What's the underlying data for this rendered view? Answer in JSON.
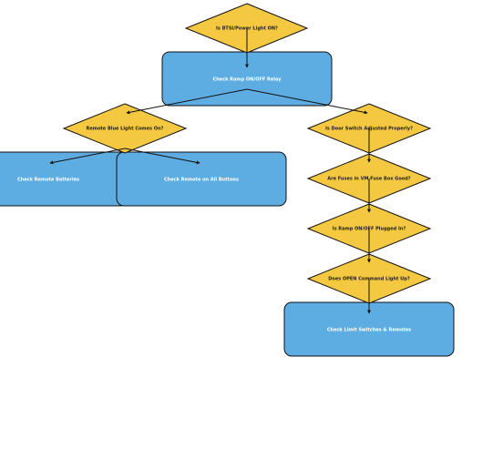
{
  "diagram": {
    "colors": {
      "decision_fill": "#f5c842",
      "process_fill": "#5dade2",
      "stroke": "#111111",
      "decision_text": "#222222",
      "process_text": "#ffffff"
    },
    "nodes": {
      "n1": {
        "label": "Is BTSI/Power Light ON?",
        "shape": "decision"
      },
      "n2": {
        "label": "Check Ramp ON/OFF Relay",
        "shape": "process"
      },
      "n3": {
        "label": "Remote Blue Light Comes On?",
        "shape": "decision"
      },
      "n4": {
        "label": "Is Door Switch Adjusted Properly?",
        "shape": "decision"
      },
      "n5": {
        "label": "Check Remote Batteries",
        "shape": "process"
      },
      "n6": {
        "label": "Check Remote on All Buttons",
        "shape": "process"
      },
      "n7": {
        "label": "Are Fuses in VM Fuse Box Good?",
        "shape": "decision"
      },
      "n8": {
        "label": "Is Ramp ON/OFF Plugged In?",
        "shape": "decision"
      },
      "n9": {
        "label": "Does OPEN Command Light Up?",
        "shape": "decision"
      },
      "n10": {
        "label": "Check Limit Switches & Remotes",
        "shape": "process"
      }
    },
    "edges": [
      {
        "from": "n1",
        "to": "n2"
      },
      {
        "from": "n2",
        "to": "n3"
      },
      {
        "from": "n2",
        "to": "n4"
      },
      {
        "from": "n3",
        "to": "n5"
      },
      {
        "from": "n3",
        "to": "n6"
      },
      {
        "from": "n4",
        "to": "n7"
      },
      {
        "from": "n7",
        "to": "n8"
      },
      {
        "from": "n8",
        "to": "n9"
      },
      {
        "from": "n9",
        "to": "n10"
      }
    ]
  }
}
